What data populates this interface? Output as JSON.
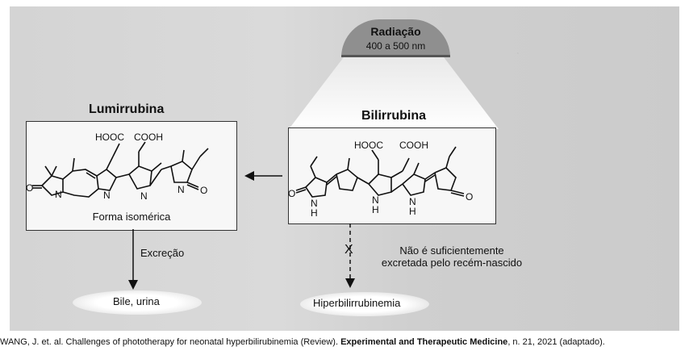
{
  "radiation": {
    "title": "Radiação",
    "range": "400 a 500 nm"
  },
  "lumirubin": {
    "title": "Lumirrubina",
    "caption": "Forma isomérica"
  },
  "bilirubin": {
    "title": "Bilirrubina"
  },
  "groups": {
    "cooh_left": "HOOC",
    "cooh_right": "COOH",
    "nh": "H",
    "n": "N",
    "o": "O"
  },
  "excretion": {
    "label": "Excreção",
    "target": "Bile, urina"
  },
  "blocked": {
    "mark": "X",
    "note": "Não é suficientemente excretada pelo recém-nascido",
    "result": "Hiperbilirrubinemia"
  },
  "citation": {
    "pre": "WANG, J. et. al. Challenges of phototherapy for neonatal hyperbilirubinemia (Review). ",
    "journal": "Experimental and Therapeutic Medicine",
    "post": ", n. 21, 2021 (adaptado)."
  }
}
